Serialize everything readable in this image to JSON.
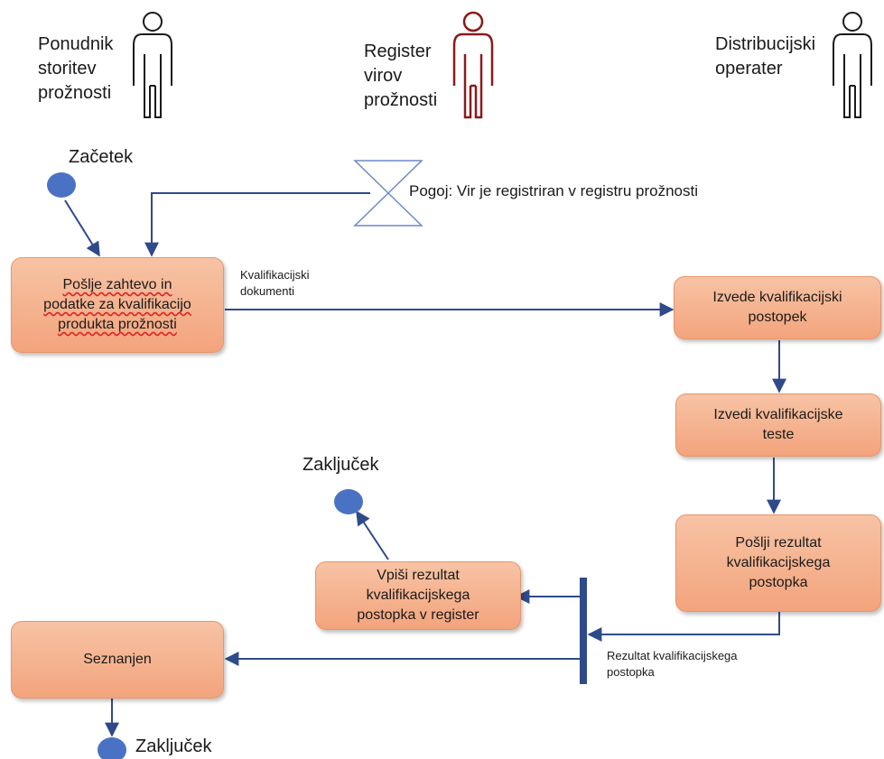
{
  "actors": {
    "provider": "Ponudnik\nstoritev\nprožnosti",
    "register": "Register\nvirov\nprožnosti",
    "operator": "Distribucijski\noperater"
  },
  "start_label": "Začetek",
  "condition": "Pogoj: Vir je registriran v registru prožnosti",
  "flow_labels": {
    "qualification_docs": "Kvalifikacijski\ndokumenti",
    "qualification_result": "Rezultat kvalifikacijskega\npostopka"
  },
  "activities": {
    "send_request": [
      "Pošlje zahtevo in",
      "podatke za kvalifikacijo",
      "produkta prožnosti"
    ],
    "perform_procedure": [
      "Izvede kvalifikacijski",
      "postopek"
    ],
    "perform_tests": [
      "Izvedi kvalifikacijske",
      "teste"
    ],
    "send_result": [
      "Pošlji rezultat",
      "kvalifikacijskega",
      "postopka"
    ],
    "write_result": [
      "Vpiši rezultat",
      "kvalifikacijskega",
      "postopka v register"
    ],
    "acknowledged": [
      "Seznanjen"
    ]
  },
  "end_labels": {
    "register_end": "Zaključek",
    "provider_end": "Zaključek"
  },
  "colors": {
    "actor_black": "#1a1a1a",
    "actor_red": "#8b1a1a",
    "arrow": "#2f4a8a",
    "node_fill": "#4a72c4",
    "box_fill": "#f3a47c"
  }
}
